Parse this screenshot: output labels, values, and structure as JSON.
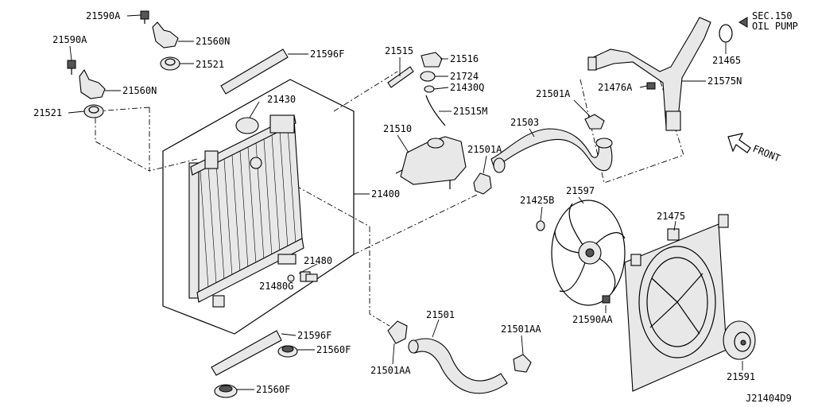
{
  "labels": {
    "p21590A_top": "21590A",
    "p21560N_top": "21560N",
    "p21521_top": "21521",
    "p21590A_left": "21590A",
    "p21560N_left": "21560N",
    "p21521_left": "21521",
    "p21596F_top": "21596F",
    "p21430": "21430",
    "p21400": "21400",
    "p21480": "21480",
    "p21480G": "21480G",
    "p21596F_bottom": "21596F",
    "p21560F_1": "21560F",
    "p21560F_2": "21560F",
    "p21515": "21515",
    "p21516": "21516",
    "p21724": "21724",
    "p21430Q": "21430Q",
    "p21515M": "21515M",
    "p21510": "21510",
    "p21501A_mid": "21501A",
    "p21501A_top": "21501A",
    "p21503": "21503",
    "p21476A": "21476A",
    "p21575N": "21575N",
    "p21465": "21465",
    "sec150_line1": "SEC.150",
    "sec150_line2": "OIL PUMP",
    "front": "FRONT",
    "p21425B": "21425B",
    "p21597": "21597",
    "p21475": "21475",
    "p21590AA": "21590AA",
    "p21591": "21591",
    "p21501": "21501",
    "p21501AA_right": "21501AA",
    "p21501AA_left": "21501AA",
    "diagram_id": "J21404D9"
  }
}
